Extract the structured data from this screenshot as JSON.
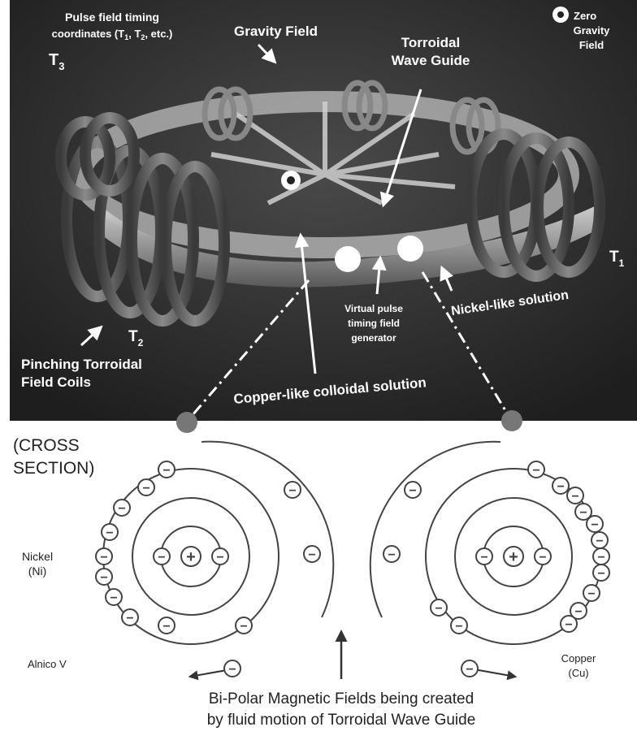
{
  "top_panel": {
    "timing_label_line1": "Pulse field timing",
    "timing_label_line2_pre": "coordinates (T",
    "timing_label_line2_sub1": "1",
    "timing_label_line2_mid": ", T",
    "timing_label_line2_sub2": "2",
    "timing_label_line2_post": ", etc.)",
    "t3_letter": "T",
    "t3_sub": "3",
    "gravity_field": "Gravity Field",
    "wave_guide_line1": "Torroidal",
    "wave_guide_line2": "Wave Guide",
    "zero_gravity_line1": "Zero",
    "zero_gravity_line2": "Gravity",
    "zero_gravity_line3": "Field",
    "t1_letter": "T",
    "t1_sub": "1",
    "t2_letter": "T",
    "t2_sub": "2",
    "nickel_solution": "Nickel-like solution",
    "virtual_pulse_line1": "Virtual pulse",
    "virtual_pulse_line2": "timing field",
    "virtual_pulse_line3": "generator",
    "pinching_line1": "Pinching Torroidal",
    "pinching_line2": "Field Coils",
    "copper_solution": "Copper-like colloidal solution"
  },
  "bottom_panel": {
    "cross_section_line1": "(CROSS",
    "cross_section_line2": "SECTION)",
    "nickel_line1": "Nickel",
    "nickel_line2": "(Ni)",
    "alnico": "Alnico V",
    "copper_line1": "Copper",
    "copper_line2": "(Cu)",
    "caption_line1": "Bi-Polar Magnetic Fields being created",
    "caption_line2": "by fluid motion of Torroidal Wave Guide",
    "electron_symbol": "−",
    "nucleus_symbol": "+"
  },
  "colors": {
    "dark_background": "#2a2a2a",
    "atom_ink": "#444444",
    "marker_dot": "#777777"
  }
}
